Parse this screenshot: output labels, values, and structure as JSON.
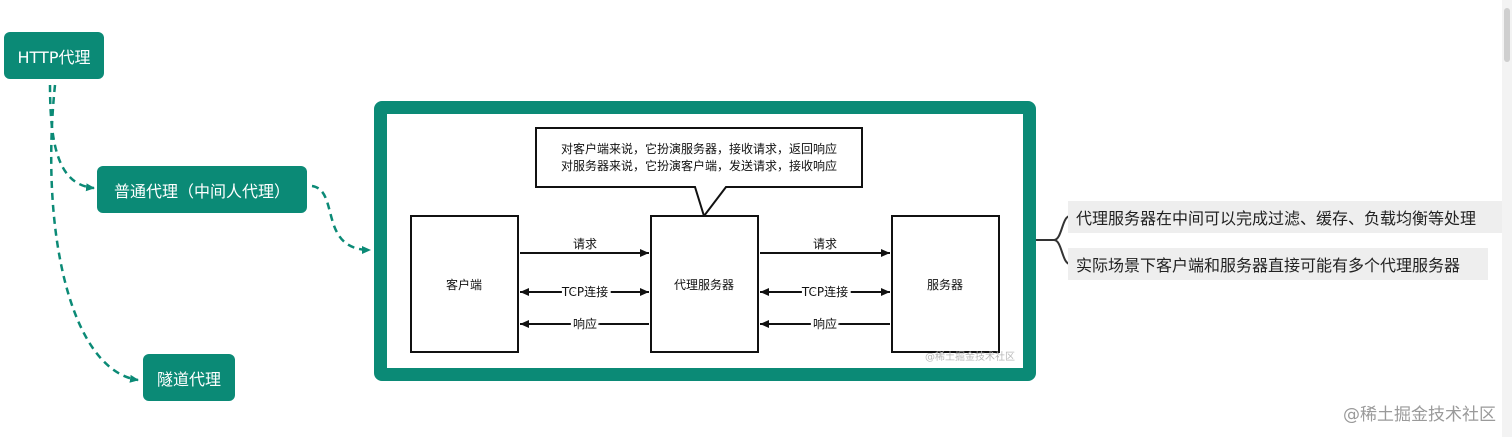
{
  "mindmap": {
    "root": "HTTP代理",
    "children": [
      "普通代理（中间人代理）",
      "隧道代理"
    ],
    "notes": [
      "代理服务器在中间可以完成过滤、缓存、负载均衡等处理",
      "实际场景下客户端和服务器直接可能有多个代理服务器"
    ]
  },
  "diagram": {
    "bubble_lines": [
      "对客户端来说，它扮演服务器，接收请求，返回响应",
      "对服务器来说，它扮演客户端，发送请求，接收响应"
    ],
    "client": "客户端",
    "proxy": "代理服务器",
    "server": "服务器",
    "arrow_request": "请求",
    "arrow_tcp": "TCP连接",
    "arrow_response": "响应",
    "inner_watermark": "@稀土掘金技术社区"
  },
  "watermark": "@稀土掘金技术社区",
  "colors": {
    "accent": "#0b8a76",
    "note_bg": "#eeeeee"
  }
}
